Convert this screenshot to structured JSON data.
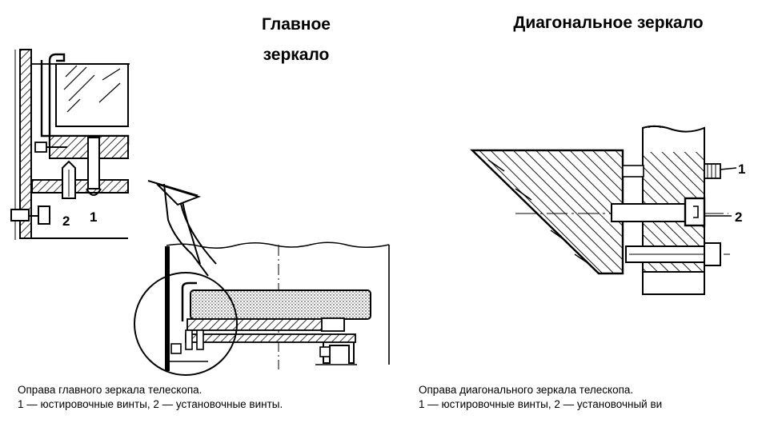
{
  "titles": {
    "main_mirror": "Главное зеркало",
    "diagonal_mirror": "Диагональное зеркало"
  },
  "captions": {
    "left_line1": "Оправа главного зеркала телескопа.",
    "left_line2": "1 — юстировочные винты, 2 — установочные винты.",
    "right_line1": "Оправа диагонального зеркала телескопа.",
    "right_line2": "1 — юстировочные винты, 2 — установочный ви"
  },
  "labels": {
    "left_adjust_screw": "1",
    "left_set_screw": "2",
    "right_adjust_screw": "1",
    "right_set_screw": "2"
  }
}
